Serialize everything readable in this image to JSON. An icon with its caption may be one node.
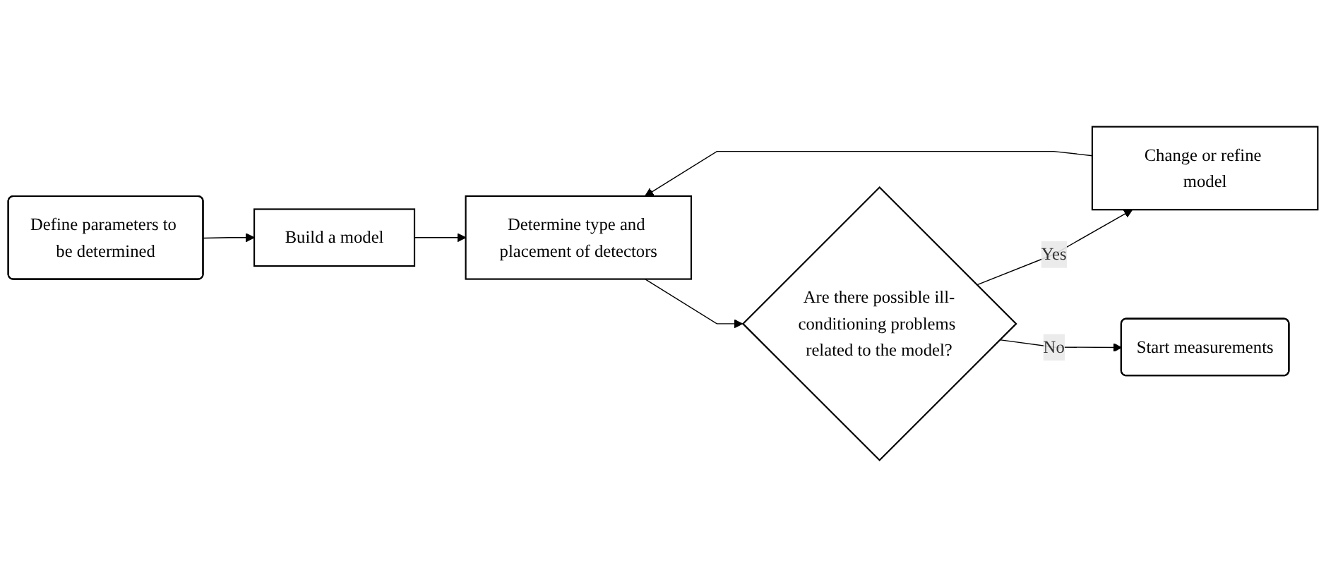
{
  "diagram": {
    "nodes": [
      {
        "text": [
          "Define parameters to be determined"
        ]
      },
      {
        "text": [
          "Build a model"
        ]
      },
      {
        "text": [
          "Determine type and placement of detectors"
        ]
      },
      {
        "text": [
          "Change or refine model"
        ]
      },
      {
        "text": [
          "Are there possible ill-conditioning problems related to the model?"
        ]
      },
      {
        "text": [
          "Start measurements"
        ]
      }
    ],
    "edges": [
      {
        "from": 0,
        "to": 1,
        "arrow": "to"
      },
      {
        "from": 1,
        "to": 2,
        "arrow": "to"
      },
      {
        "from": 3,
        "to": 2,
        "arrow": "to"
      },
      {
        "from": 2,
        "to": 4,
        "arrow": "to"
      },
      {
        "from": 4,
        "to": 3,
        "arrow": "to",
        "label": "Yes"
      },
      {
        "from": 4,
        "to": 5,
        "arrow": "to",
        "label": "No"
      }
    ]
  }
}
